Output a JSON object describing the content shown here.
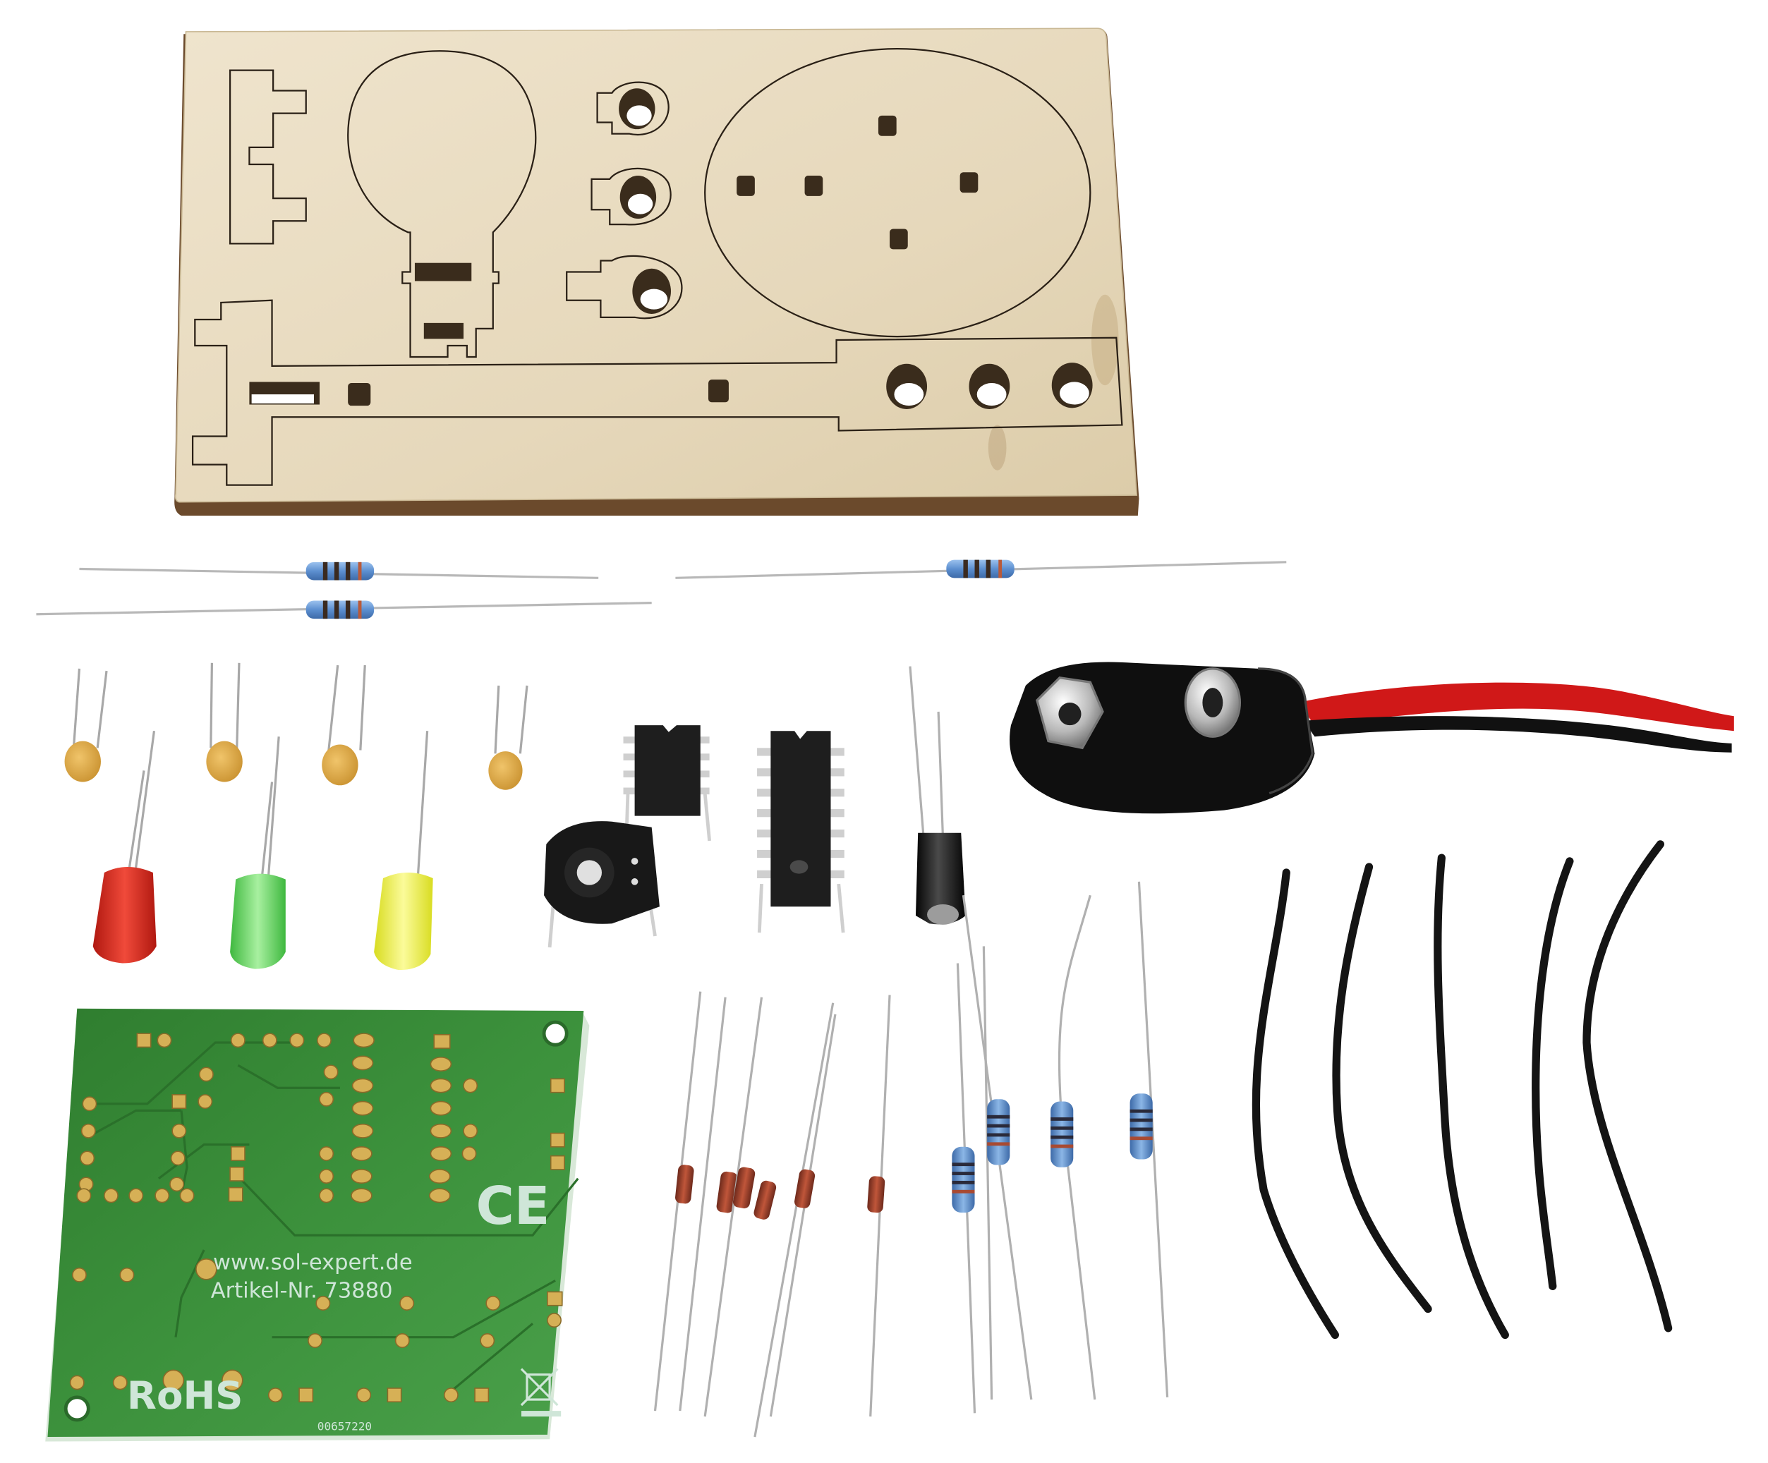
{
  "image": {
    "description": "Product photo of an electronics traffic-light kit laid out on a white background",
    "background_color": "#ffffff"
  },
  "wood_board": {
    "label": "Laser-cut plywood parts sheet",
    "color": "#e8dcc4",
    "edge_color": "#7a5a3a",
    "parts": [
      "bracket-left",
      "lamp-head",
      "hole-tab-1",
      "hole-tab-2",
      "hole-tab-3",
      "round-base",
      "base-beam-with-3-holes"
    ]
  },
  "resistors_top": {
    "count": 3,
    "body_color": "#6a9ad0"
  },
  "ceramic_capacitors": {
    "count": 4,
    "color": "#d9a54a"
  },
  "leds": [
    {
      "color_name": "red",
      "color": "#d42a22"
    },
    {
      "color_name": "green",
      "color": "#5fd35f"
    },
    {
      "color_name": "yellow",
      "color": "#eef03a"
    }
  ],
  "ics": [
    {
      "package": "DIP-8"
    },
    {
      "package": "DIP-14"
    }
  ],
  "trimmer_potentiometer": {
    "color": "#1a1a1a"
  },
  "electrolytic_capacitor": {
    "color": "#111111"
  },
  "battery_clip": {
    "type": "9V snap",
    "wire_colors": [
      "#d01818",
      "#111111"
    ]
  },
  "diodes": {
    "count": 6,
    "body_color": "#a8442e"
  },
  "resistors_bottom": {
    "count": 4,
    "body_color": "#6a9ad0"
  },
  "jumper_wires": {
    "count": 5,
    "color": "#141414"
  },
  "pcb": {
    "color": "#3a8a3a",
    "website": "www.sol-expert.de",
    "article_number": "Artikel-Nr. 73880",
    "ce_mark": "CE",
    "rohs_mark": "RoHS",
    "serial": "00657220",
    "weee_symbol": "crossed-out-bin"
  }
}
